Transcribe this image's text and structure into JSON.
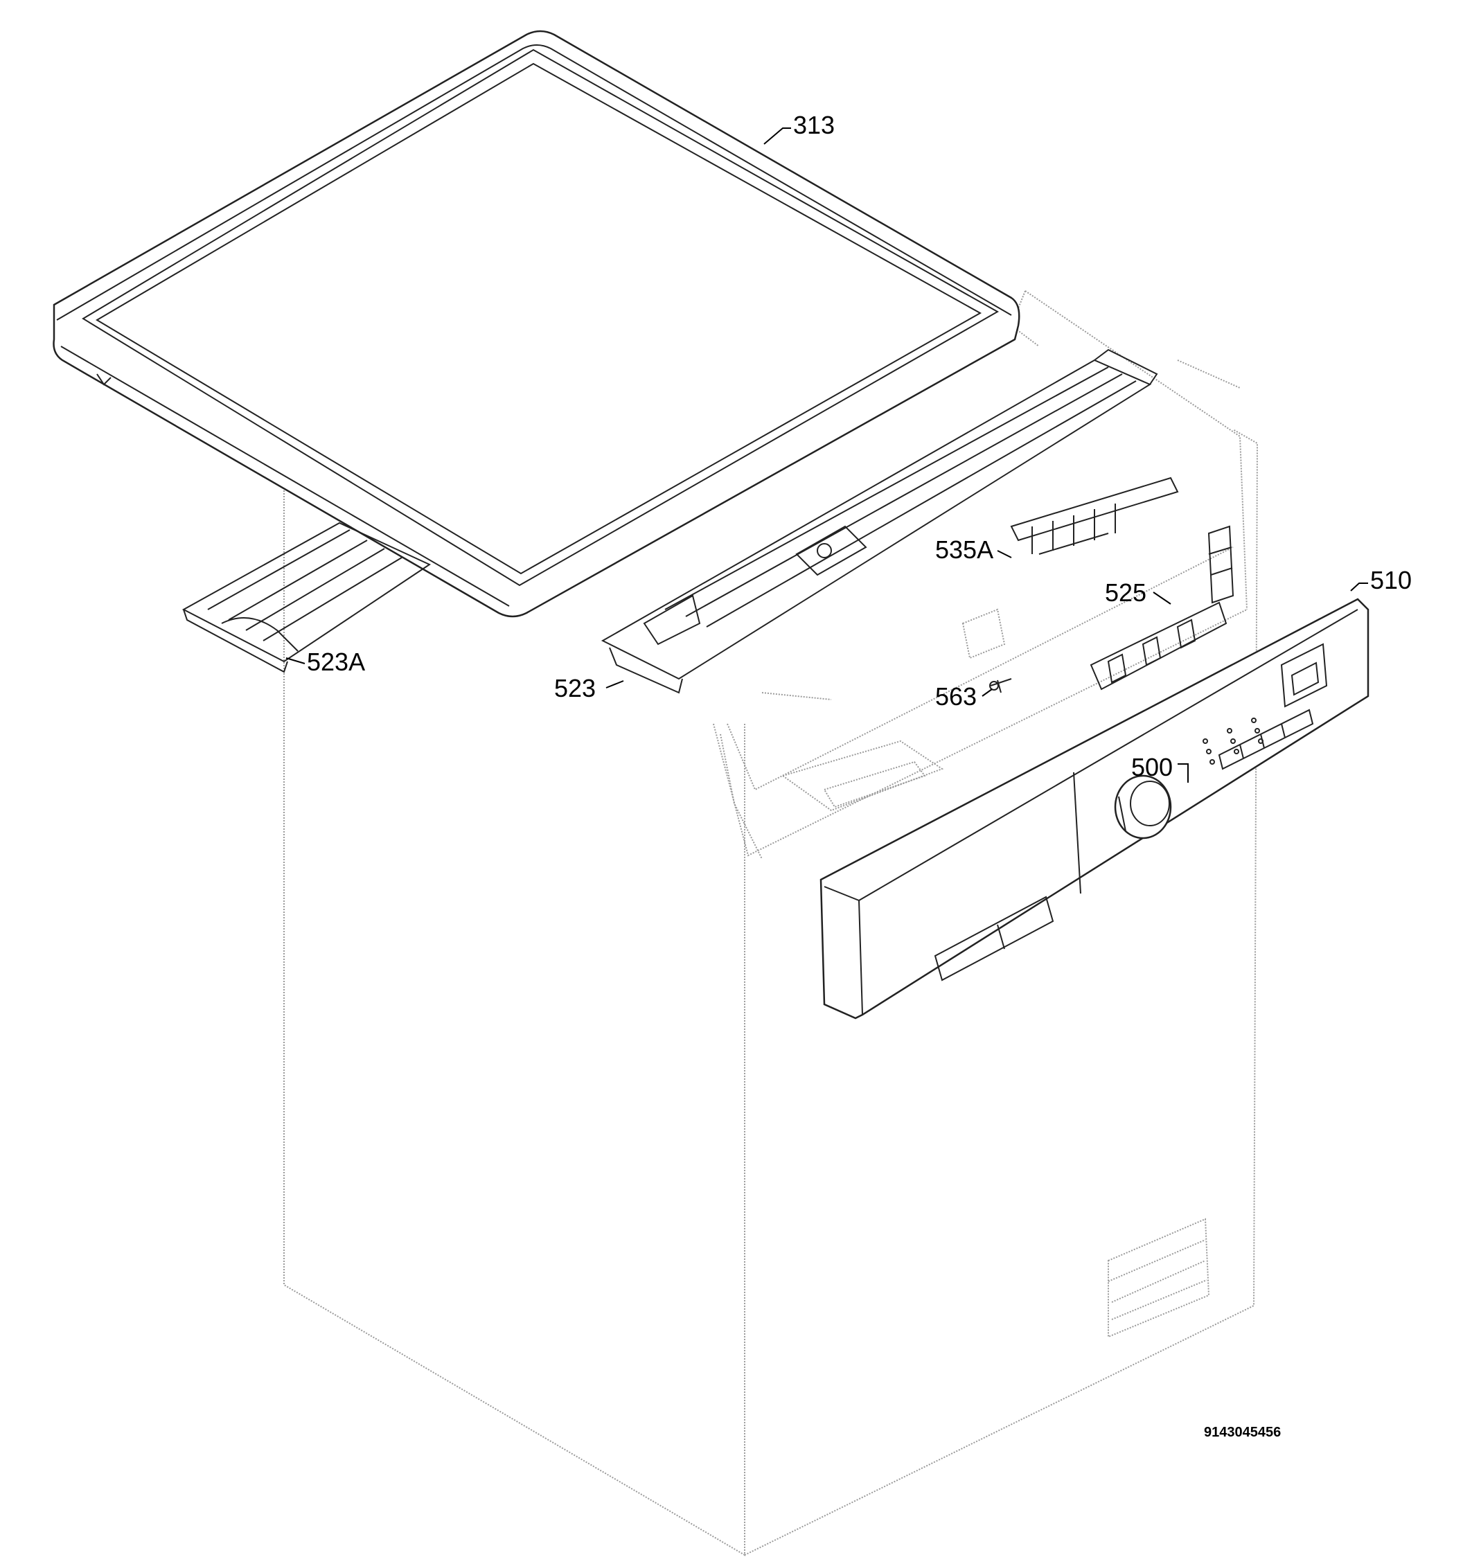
{
  "parts": [
    {
      "id": "313"
    },
    {
      "id": "510"
    },
    {
      "id": "535A"
    },
    {
      "id": "525"
    },
    {
      "id": "523A"
    },
    {
      "id": "523"
    },
    {
      "id": "563"
    },
    {
      "id": "500"
    }
  ],
  "document_number": "9143045456"
}
